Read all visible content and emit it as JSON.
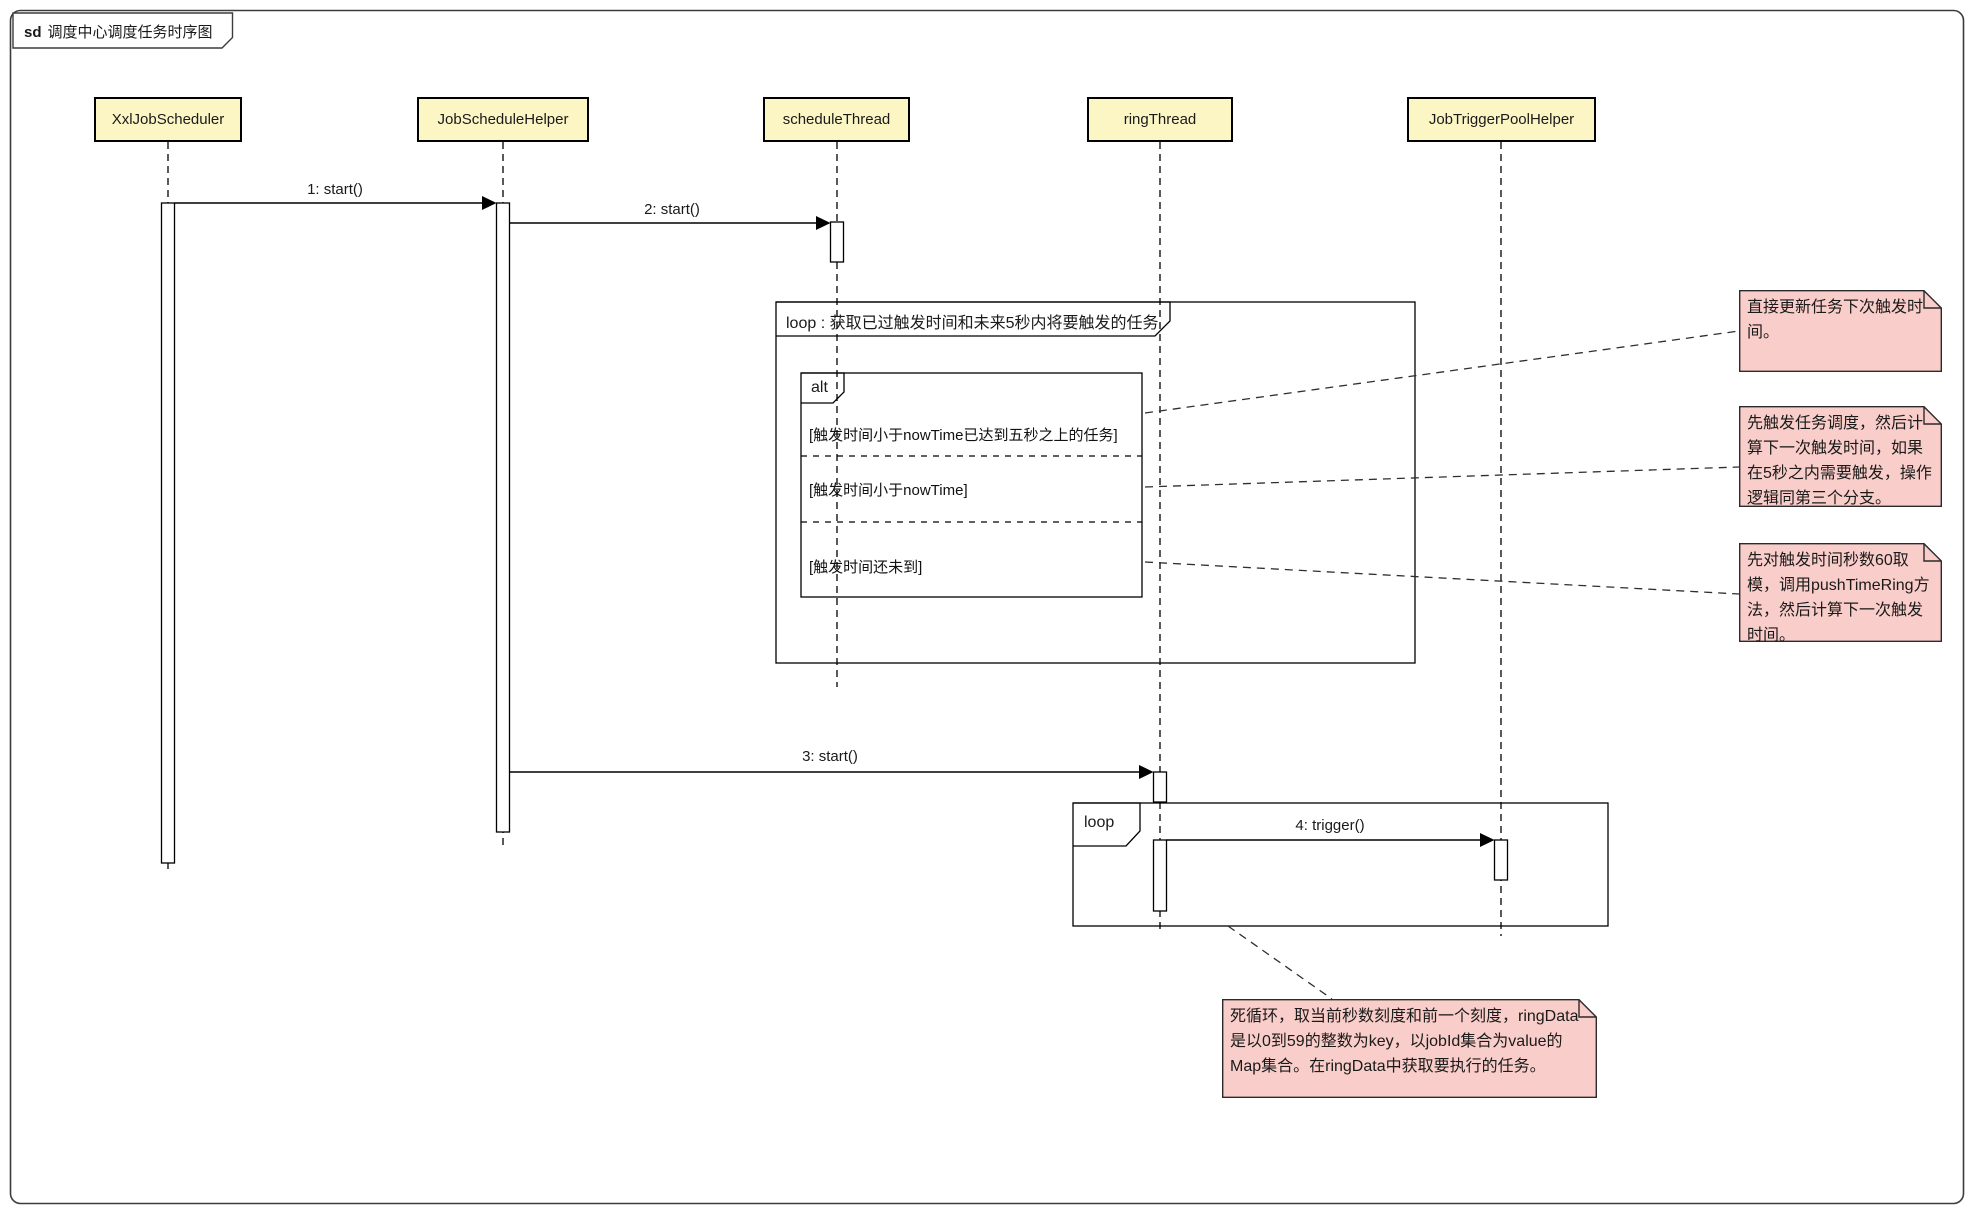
{
  "diagram": {
    "title_keyword": "sd",
    "title": "调度中心调度任务时序图"
  },
  "lifelines": [
    {
      "name": "XxlJobScheduler"
    },
    {
      "name": "JobScheduleHelper"
    },
    {
      "name": "scheduleThread"
    },
    {
      "name": "ringThread"
    },
    {
      "name": "JobTriggerPoolHelper"
    }
  ],
  "messages": [
    {
      "label": "1: start()"
    },
    {
      "label": "2: start()"
    },
    {
      "label": "3: start()"
    },
    {
      "label": "4: trigger()"
    }
  ],
  "fragments": {
    "loop_outer": {
      "label": "loop : 获取已过触发时间和未来5秒内将要触发的任务"
    },
    "alt": {
      "label": "alt",
      "conditions": [
        {
          "text": "[触发时间小于nowTime已达到五秒之上的任务]"
        },
        {
          "text": "[触发时间小于nowTime]"
        },
        {
          "text": "[触发时间还未到]"
        }
      ]
    },
    "loop_inner": {
      "label": "loop"
    }
  },
  "notes": [
    {
      "text": "直接更新任务下次触发时间。"
    },
    {
      "text": "先触发任务调度，然后计算下一次触发时间，如果在5秒之内需要触发，操作逻辑同第三个分支。"
    },
    {
      "text": "先对触发时间秒数60取模，调用pushTimeRing方法，然后计算下一次触发时间。"
    },
    {
      "text": "死循环，取当前秒数刻度和前一个刻度，ringData是以0到59的整数为key，以jobId集合为value的Map集合。在ringData中获取要执行的任务。"
    }
  ],
  "colors": {
    "lifeline_fill": "#fcf6c5",
    "note_fill": "#f9cdc9",
    "line": "#000000",
    "frame": "#3c3c3c"
  }
}
